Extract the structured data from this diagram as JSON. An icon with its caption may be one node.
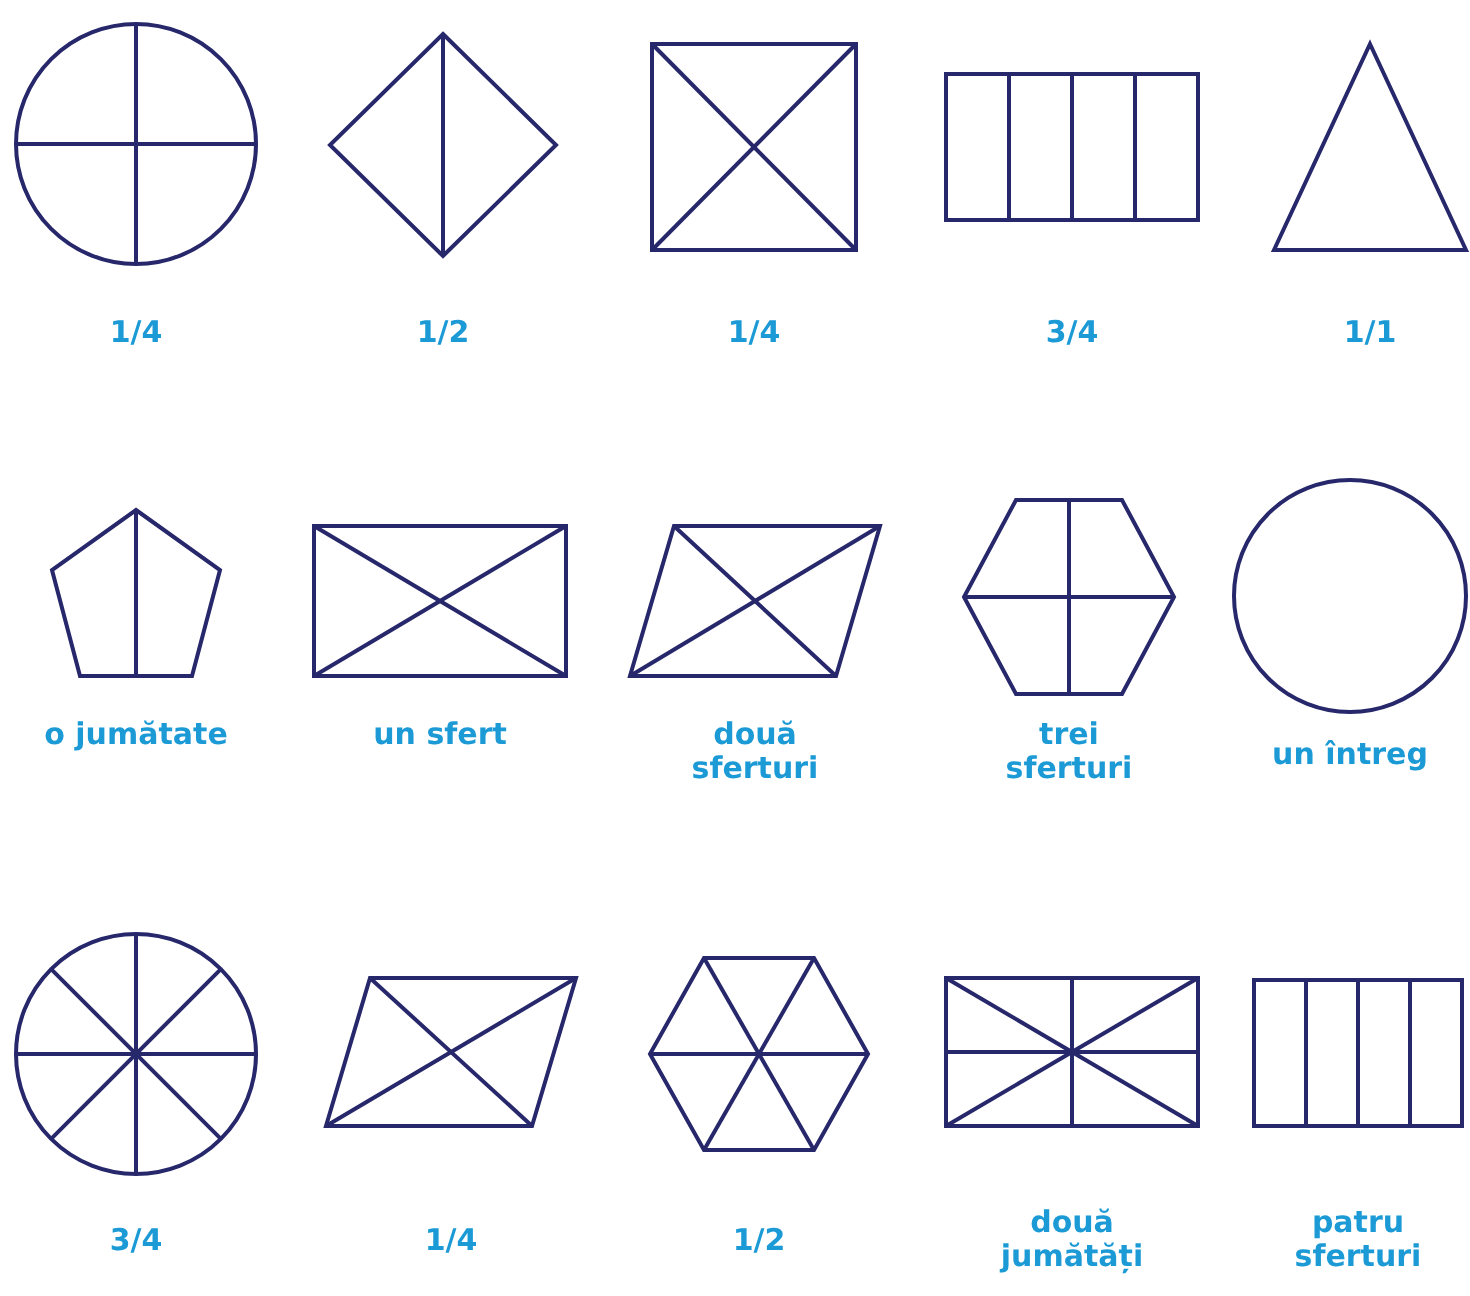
{
  "diagram": {
    "nodes": [
      {
        "text": [
          "1/4"
        ]
      },
      {
        "text": [
          "1/2"
        ]
      },
      {
        "text": [
          "1/4"
        ]
      },
      {
        "text": [
          "3/4"
        ]
      },
      {
        "text": [
          "1/1"
        ]
      },
      {
        "text": [
          "o jumătate"
        ]
      },
      {
        "text": [
          "un sfert"
        ]
      },
      {
        "text": [
          "două sferturi"
        ]
      },
      {
        "text": [
          "trei sferturi"
        ]
      },
      {
        "text": [
          "un întreg"
        ]
      },
      {
        "text": [
          "3/4"
        ]
      },
      {
        "text": [
          "1/4"
        ]
      },
      {
        "text": [
          "1/2"
        ]
      },
      {
        "text": [
          "două jumătăți"
        ]
      },
      {
        "text": [
          "patru sferturi"
        ]
      }
    ]
  }
}
